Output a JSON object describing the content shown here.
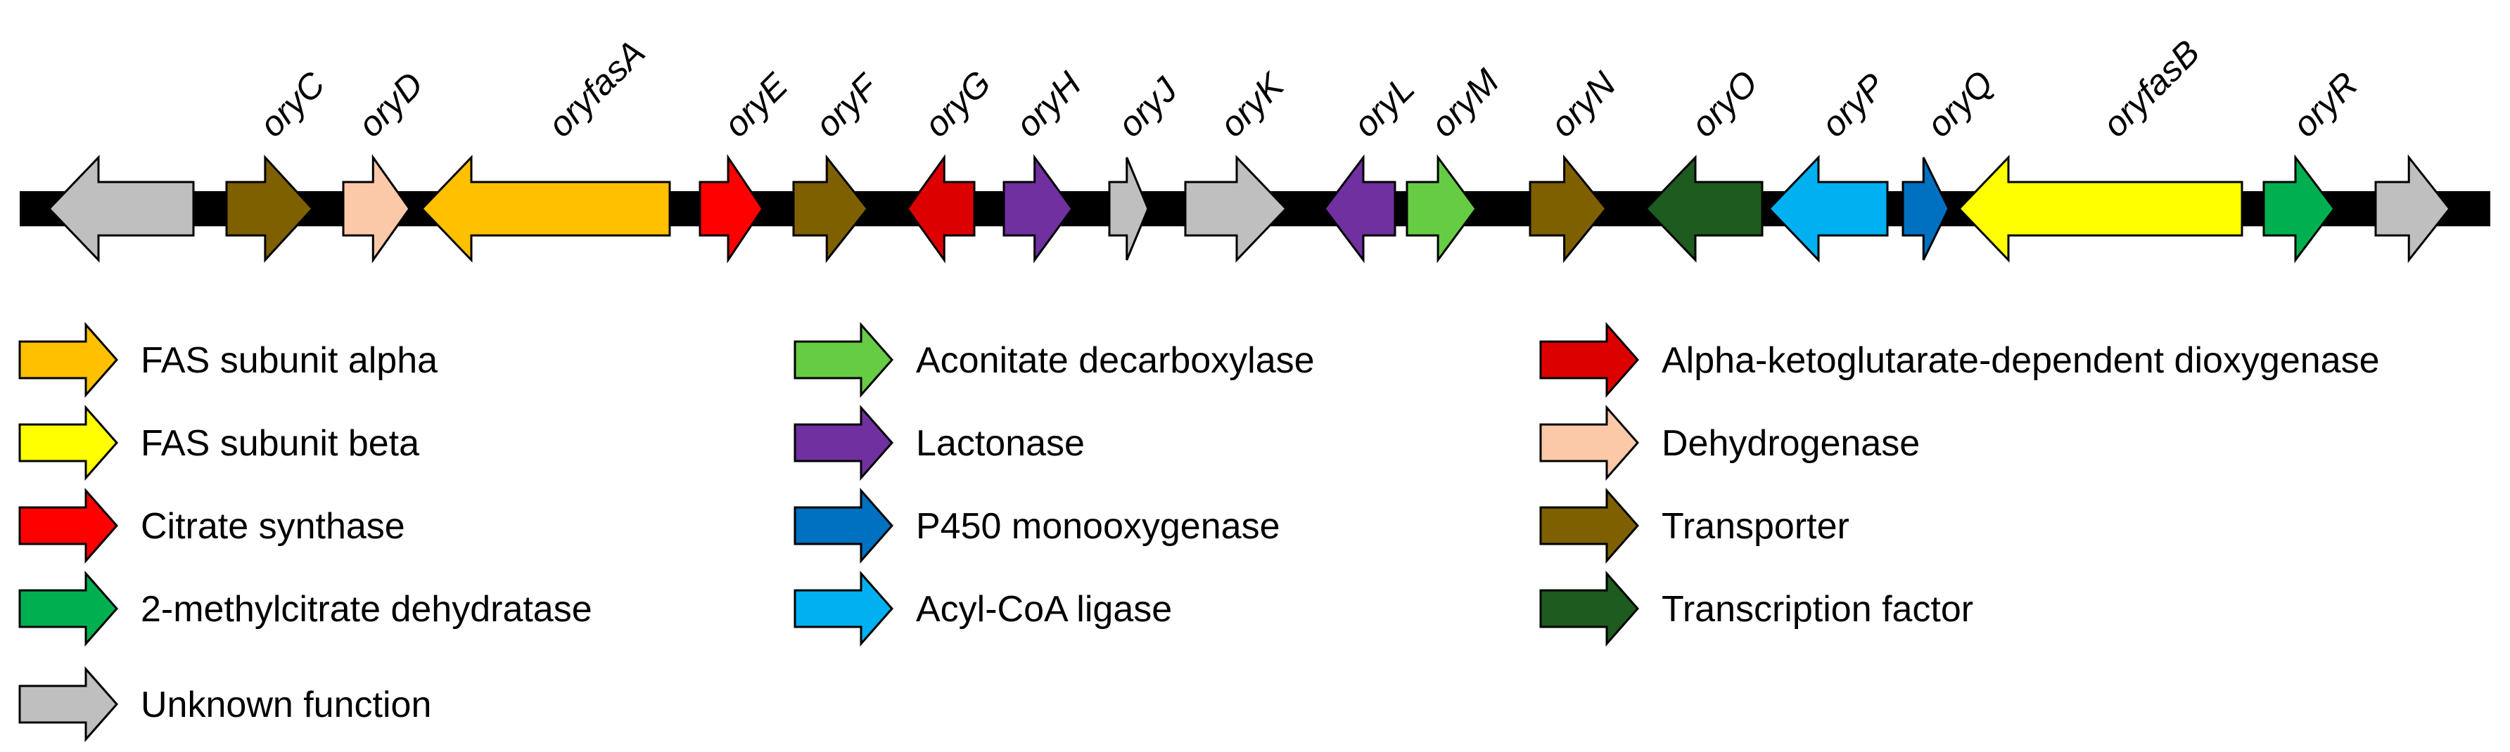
{
  "functions": {
    "fas_alpha": {
      "label": "FAS subunit alpha",
      "color": "#FFC000"
    },
    "fas_beta": {
      "label": "FAS subunit beta",
      "color": "#FFFF00"
    },
    "citrate": {
      "label": "Citrate synthase",
      "color": "#FF0000"
    },
    "methylcit": {
      "label": "2-methylcitrate dehydratase",
      "color": "#00B050"
    },
    "unknown": {
      "label": "Unknown function",
      "color": "#BFBFBF"
    },
    "aconitate": {
      "label": "Aconitate decarboxylase",
      "color": "#66CC44"
    },
    "lactonase": {
      "label": "Lactonase",
      "color": "#7030A0"
    },
    "p450": {
      "label": "P450 monooxygenase",
      "color": "#0070C0"
    },
    "acylcoa": {
      "label": "Acyl-CoA ligase",
      "color": "#00B0F0"
    },
    "akg": {
      "label": "Alpha-ketoglutarate-dependent dioxygenase",
      "color": "#DD0000"
    },
    "dehydro": {
      "label": "Dehydrogenase",
      "color": "#FCC9A8"
    },
    "transporter": {
      "label": "Transporter",
      "color": "#7F6000"
    },
    "tf": {
      "label": "Transcription factor",
      "color": "#1E5B1E"
    }
  },
  "legend_columns": [
    [
      "fas_alpha",
      "fas_beta",
      "citrate",
      "methylcit",
      "unknown"
    ],
    [
      "aconitate",
      "lactonase",
      "p450",
      "acylcoa"
    ],
    [
      "akg",
      "dehydro",
      "transporter",
      "tf"
    ]
  ],
  "genes": [
    {
      "id": "g1",
      "name": "",
      "func": "unknown",
      "dir": "left"
    },
    {
      "id": "g2",
      "name": "oryC",
      "func": "transporter",
      "dir": "right"
    },
    {
      "id": "g3",
      "name": "oryD",
      "func": "dehydro",
      "dir": "right"
    },
    {
      "id": "g4",
      "name": "oryfasA",
      "func": "fas_alpha",
      "dir": "left"
    },
    {
      "id": "g5",
      "name": "oryE",
      "func": "citrate",
      "dir": "right"
    },
    {
      "id": "g6",
      "name": "oryF",
      "func": "transporter",
      "dir": "right"
    },
    {
      "id": "g7",
      "name": "oryG",
      "func": "akg",
      "dir": "left"
    },
    {
      "id": "g8",
      "name": "oryH",
      "func": "lactonase",
      "dir": "right"
    },
    {
      "id": "g9",
      "name": "oryJ",
      "func": "unknown",
      "dir": "right"
    },
    {
      "id": "g10",
      "name": "oryK",
      "func": "unknown",
      "dir": "right"
    },
    {
      "id": "g11",
      "name": "oryL",
      "func": "lactonase",
      "dir": "left"
    },
    {
      "id": "g12",
      "name": "oryM",
      "func": "aconitate",
      "dir": "right"
    },
    {
      "id": "g13",
      "name": "oryN",
      "func": "transporter",
      "dir": "right"
    },
    {
      "id": "g14",
      "name": "oryO",
      "func": "tf",
      "dir": "left"
    },
    {
      "id": "g15",
      "name": "oryP",
      "func": "acylcoa",
      "dir": "left"
    },
    {
      "id": "g16",
      "name": "oryQ",
      "func": "p450",
      "dir": "right"
    },
    {
      "id": "g17",
      "name": "oryfasB",
      "func": "fas_beta",
      "dir": "left"
    },
    {
      "id": "g18",
      "name": "oryR",
      "func": "methylcit",
      "dir": "right"
    },
    {
      "id": "g19",
      "name": "",
      "func": "unknown",
      "dir": "right"
    }
  ]
}
